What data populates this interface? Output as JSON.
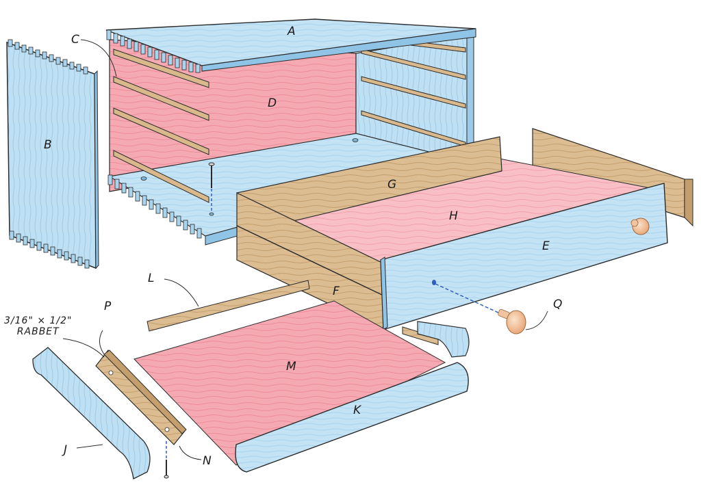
{
  "diagram": {
    "type": "exploded-view woodworking assembly",
    "colors": {
      "blue_wood": "#bfe0f3",
      "blue_wood_dark": "#8fc4e6",
      "pink_panel": "#f4a3ad",
      "pink_panel_light": "#f8c4c8",
      "tan_wood": "#d9b98c",
      "tan_wood_dark": "#c49e6c",
      "knob": "#f2c29c",
      "outline": "#2a2a2a",
      "dashed_line": "#2f5fbf"
    },
    "labels": {
      "A": "A",
      "B": "B",
      "C": "C",
      "D": "D",
      "E": "E",
      "F": "F",
      "G": "G",
      "H": "H",
      "J": "J",
      "K": "K",
      "L": "L",
      "M": "M",
      "N": "N",
      "P": "P",
      "Q": "Q"
    },
    "annotation": {
      "line1": "3/16\" × 1/2\"",
      "line2": "RABBET"
    }
  }
}
